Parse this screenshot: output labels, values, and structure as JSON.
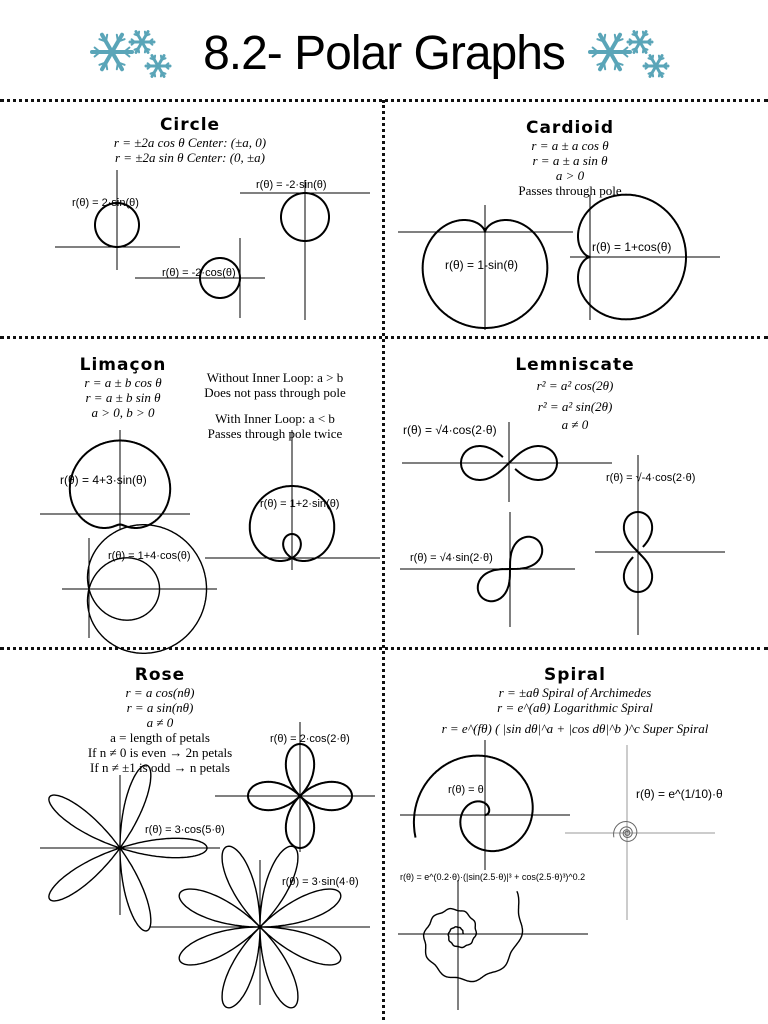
{
  "header": {
    "title": "8.2- Polar Graphs",
    "flake_color": "#5aa5b8"
  },
  "circle": {
    "heading": "Circle",
    "eq1": "r = ±2a cos θ  Center: (±a, 0)",
    "eq2": "r = ±2a sin θ  Center: (0, ±a)",
    "g1": "r(θ) = 2·sin(θ)",
    "g2": "r(θ) = -2·cos(θ)",
    "g3": "r(θ) = -2·sin(θ)"
  },
  "cardioid": {
    "heading": "Cardioid",
    "eq1": "r = a ± a cos θ",
    "eq2": "r = a ± a sin θ",
    "eq3": "a > 0",
    "note": "Passes through pole",
    "g1": "r(θ) = 1-sin(θ)",
    "g2": "r(θ) = 1+cos(θ)"
  },
  "limacon": {
    "heading": "Limaçon",
    "eq1": "r = a ± b cos θ",
    "eq2": "r = a ± b sin θ",
    "eq3": "a > 0, b > 0",
    "note1": "Without Inner Loop: a > b",
    "note2": "Does not pass through pole",
    "note3": "With Inner Loop: a < b",
    "note4": "Passes through pole twice",
    "g1": "r(θ) = 4+3·sin(θ)",
    "g2": "r(θ) = 1+2·sin(θ)",
    "g3": "r(θ) = 1+4·cos(θ)"
  },
  "lemniscate": {
    "heading": "Lemniscate",
    "eq1": "r² = a² cos(2θ)",
    "eq2": "r² = a² sin(2θ)",
    "eq3": "a ≠ 0",
    "g1": "r(θ) = √4·cos(2·θ)",
    "g2": "r(θ) = √-4·cos(2·θ)",
    "g3": "r(θ) = √4·sin(2·θ)"
  },
  "rose": {
    "heading": "Rose",
    "eq1": "r = a cos(nθ)",
    "eq2": "r = a sin(nθ)",
    "eq3": "a ≠ 0",
    "note1": "a = length of petals",
    "note2": "If n ≠ 0 is even → 2n petals",
    "note3": "If n ≠ ±1 is odd → n petals",
    "g1": "r(θ) = 2·cos(2·θ)",
    "g2": "r(θ) = 3·cos(5·θ)",
    "g3": "r(θ) = 3·sin(4·θ)"
  },
  "spiral": {
    "heading": "Spiral",
    "eq1": "r = ±aθ  Spiral of Archimedes",
    "eq2": "r = e^(aθ)  Logarithmic Spiral",
    "eq3": "r = e^(fθ) ( |sin dθ|^a + |cos dθ|^b )^c   Super Spiral",
    "g1": "r(θ) = θ",
    "g2": "r(θ) = e^(1/10)·θ",
    "g3": "r(θ) = e^(0.2·θ)·(|sin(2.5·θ)|³ + cos(2.5·θ)³)^0.2"
  }
}
